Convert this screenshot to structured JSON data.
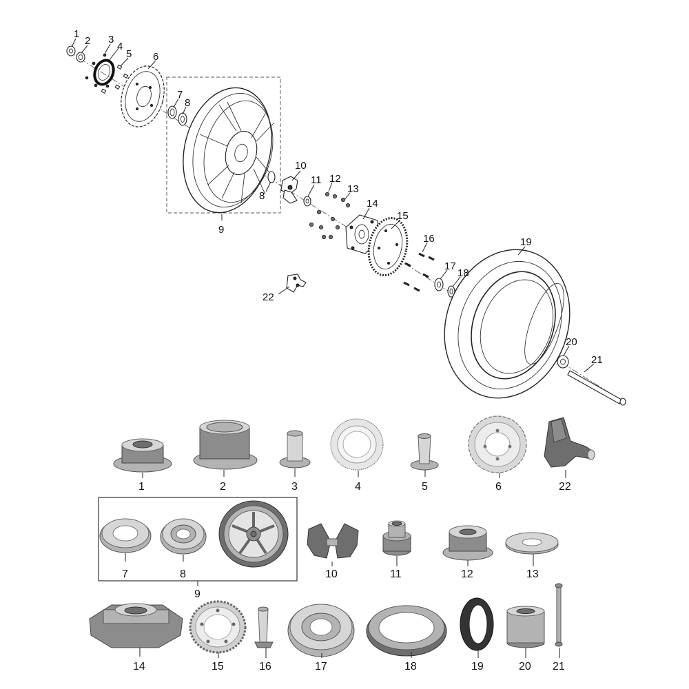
{
  "exploded_callouts": {
    "c1": "1",
    "c2": "2",
    "c3": "3",
    "c4": "4",
    "c5": "5",
    "c6": "6",
    "c7": "7",
    "c8a": "8",
    "c8b": "8",
    "c9": "9",
    "c10": "10",
    "c11": "11",
    "c12": "12",
    "c13": "13",
    "c14": "14",
    "c15": "15",
    "c16": "16",
    "c17": "17",
    "c18": "18",
    "c19": "19",
    "c20": "20",
    "c21": "21",
    "c22": "22"
  },
  "part_labels": {
    "p1": "1",
    "p2": "2",
    "p3": "3",
    "p4": "4",
    "p5": "5",
    "p6": "6",
    "p22": "22",
    "p7": "7",
    "p8": "8",
    "p9": "9",
    "p10": "10",
    "p11": "11",
    "p12": "12",
    "p13": "13",
    "p14": "14",
    "p15": "15",
    "p16": "16",
    "p17": "17",
    "p18": "18",
    "p19": "19",
    "p20": "20",
    "p21": "21"
  }
}
